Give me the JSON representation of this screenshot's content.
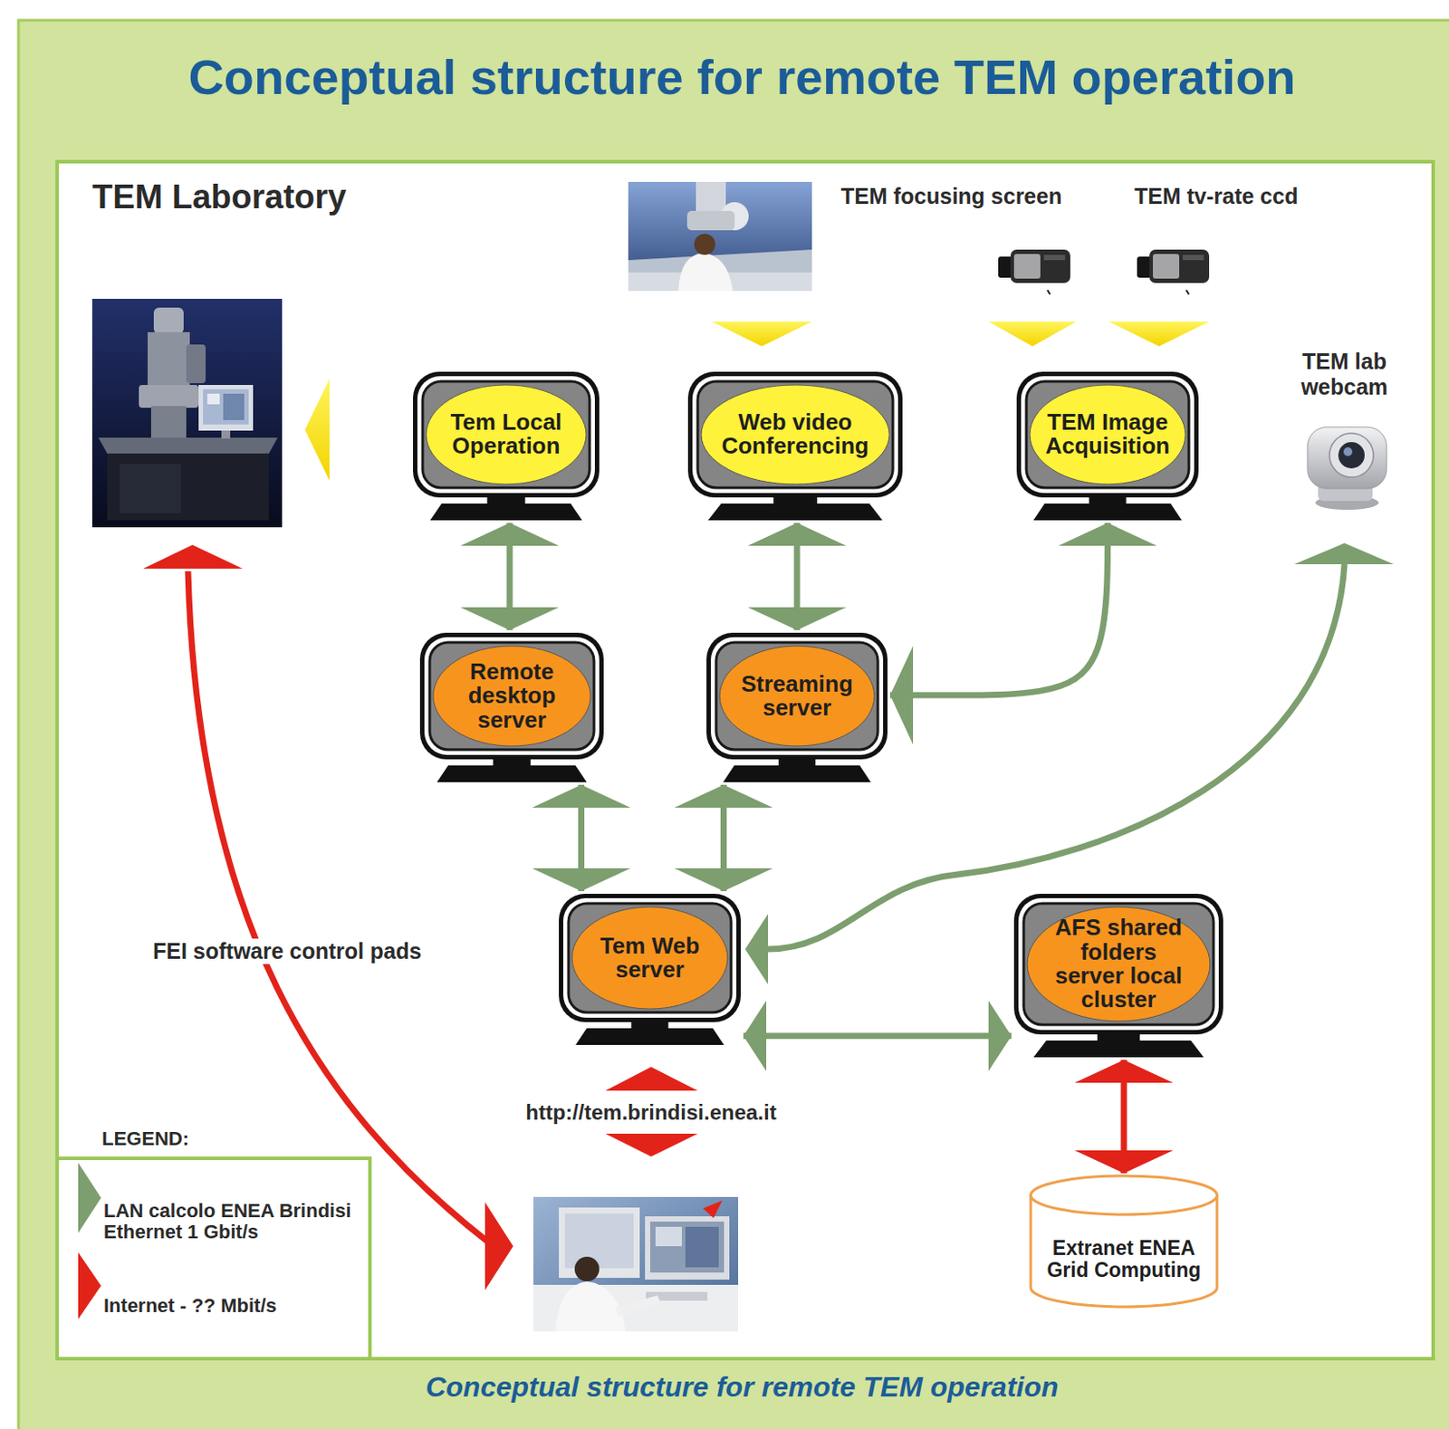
{
  "diagram": {
    "title": "Conceptual structure for remote TEM operation",
    "caption": "Conceptual structure for remote TEM operation",
    "nodes": [
      {
        "text": [
          "Tem Local Operation"
        ]
      },
      {
        "text": [
          "Web video Conferencing"
        ]
      },
      {
        "text": [
          "TEM Image Acquisition"
        ]
      },
      {
        "text": [
          "Remote desktop server"
        ]
      },
      {
        "text": [
          "Streaming server"
        ]
      },
      {
        "text": [
          "Tem Web server"
        ]
      },
      {
        "text": [
          "AFS shared folders server local cluster"
        ]
      },
      {
        "text": [
          "Extranet ENEA Grid Computing"
        ]
      }
    ],
    "edges": [
      {
        "from": 0,
        "to": 3,
        "arrow": "both"
      },
      {
        "from": 1,
        "to": 4,
        "arrow": "both"
      },
      {
        "from": 2,
        "to": 4,
        "arrow": "both"
      },
      {
        "from": 3,
        "to": 5,
        "arrow": "both"
      },
      {
        "from": 4,
        "to": 5,
        "arrow": "both"
      },
      {
        "from": 5,
        "to": 6,
        "arrow": "both"
      },
      {
        "from": 6,
        "to": 7,
        "arrow": "both"
      }
    ],
    "labels": [
      "TEM Laboratory",
      "TEM focusing screen",
      "TEM tv-rate ccd",
      "TEM lab webcam",
      "FEI software control pads",
      "http://tem.brindisi.enea.it",
      "LEGEND:"
    ],
    "legend": [
      {
        "text": "LAN calcolo ENEA Brindisi Ethernet 1 Gbit/s",
        "color": "#7d9e6e"
      },
      {
        "text": "Internet - ?? Mbit/s",
        "color": "#e2231a"
      }
    ]
  }
}
